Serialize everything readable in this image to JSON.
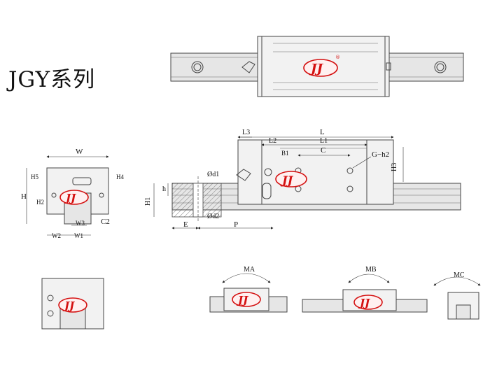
{
  "title": "JGY系列",
  "logo": {
    "text": "JJ",
    "reg": "®",
    "color": "#d41010"
  },
  "side_view": {
    "labels": {
      "L": "L",
      "L1": "L1",
      "L2": "L2",
      "L3": "L3",
      "B1": "B1",
      "C": "C",
      "G": "G−h2",
      "H3": "H3",
      "h": "h",
      "H1": "H1",
      "d1": "Ød1",
      "d2": "Ød2",
      "E": "E",
      "P": "P"
    }
  },
  "front_view": {
    "labels": {
      "W": "W",
      "H5": "H5",
      "H4": "H4",
      "H": "H",
      "H2": "H2",
      "W3": "W3",
      "C2": "C2",
      "W2": "W2",
      "W1": "W1"
    }
  },
  "moments": {
    "MA": "MA",
    "MB": "MB",
    "MC": "MC"
  }
}
